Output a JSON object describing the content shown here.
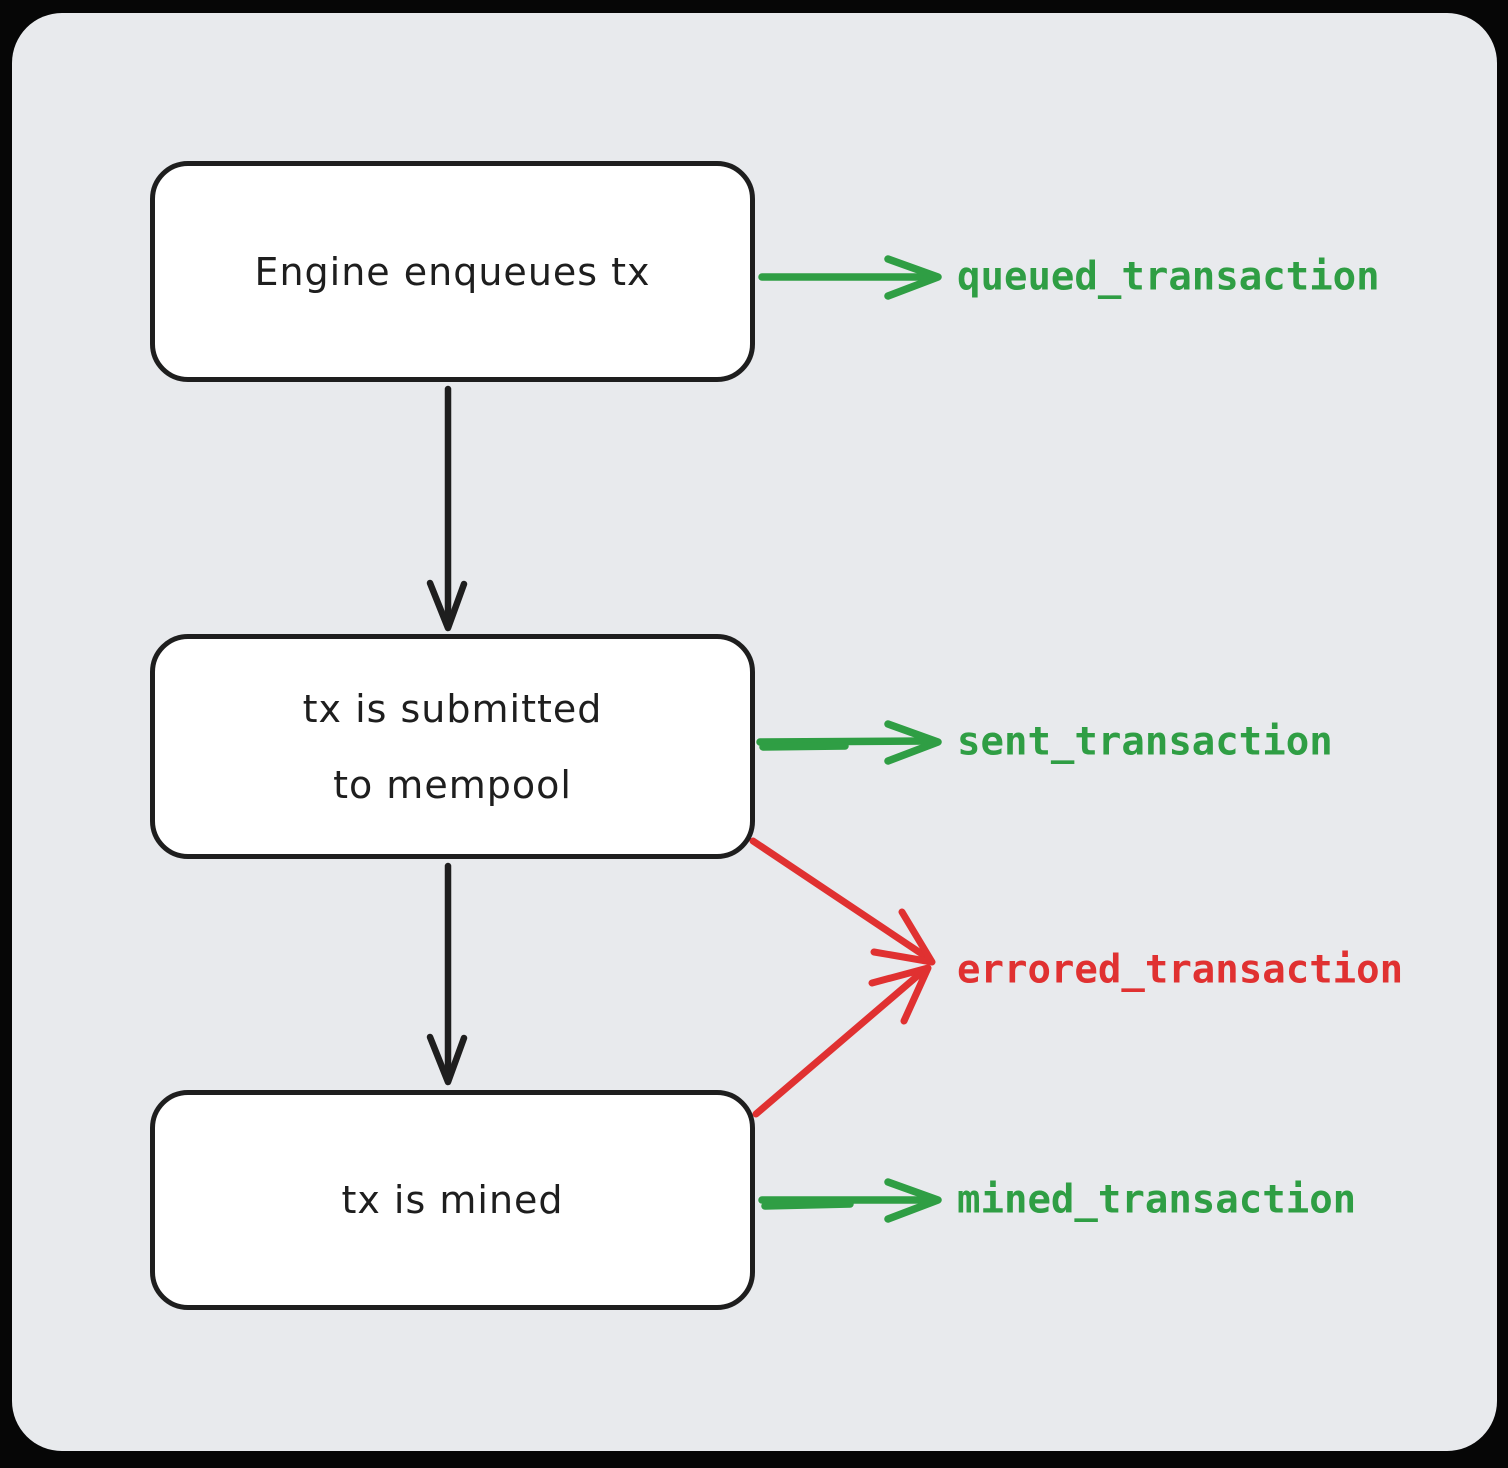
{
  "diagram": {
    "colors": {
      "background": "#e8eaed",
      "page_outside": "#060606",
      "stroke": "#1e1e1e",
      "node_fill": "#ffffff",
      "green": "#2f9e44",
      "red": "#e03131"
    },
    "nodes": [
      {
        "id": "engine-enqueues-tx",
        "label": "Engine enqueues tx"
      },
      {
        "id": "tx-submitted-to-mempool",
        "label": "tx is submitted\nto mempool"
      },
      {
        "id": "tx-is-mined",
        "label": "tx is mined"
      }
    ],
    "events": [
      {
        "id": "queued",
        "label": "queued_transaction",
        "color": "#2f9e44"
      },
      {
        "id": "sent",
        "label": "sent_transaction",
        "color": "#2f9e44"
      },
      {
        "id": "errored",
        "label": "errored_transaction",
        "color": "#e03131"
      },
      {
        "id": "mined",
        "label": "mined_transaction",
        "color": "#2f9e44"
      }
    ],
    "edges": [
      {
        "from": "engine-enqueues-tx",
        "to": "tx-submitted-to-mempool",
        "color": "#1e1e1e"
      },
      {
        "from": "tx-submitted-to-mempool",
        "to": "tx-is-mined",
        "color": "#1e1e1e"
      },
      {
        "from": "engine-enqueues-tx",
        "to": "queued_transaction",
        "color": "#2f9e44"
      },
      {
        "from": "tx-submitted-to-mempool",
        "to": "sent_transaction",
        "color": "#2f9e44"
      },
      {
        "from": "tx-submitted-to-mempool",
        "to": "errored_transaction",
        "color": "#e03131"
      },
      {
        "from": "tx-is-mined",
        "to": "errored_transaction",
        "color": "#e03131"
      },
      {
        "from": "tx-is-mined",
        "to": "mined_transaction",
        "color": "#2f9e44"
      }
    ]
  }
}
